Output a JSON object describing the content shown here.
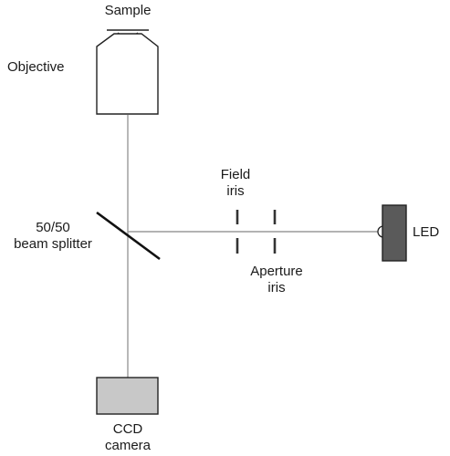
{
  "labels": {
    "sample": "Sample",
    "objective": "Objective",
    "field_iris": [
      "Field",
      "iris"
    ],
    "beam_splitter": [
      "50/50",
      "beam splitter"
    ],
    "led": "LED",
    "aperture_iris": [
      "Aperture",
      "iris"
    ],
    "ccd_camera": [
      "CCD",
      "camera"
    ]
  },
  "colors": {
    "beam_line": "#9a9a9a",
    "outline": "#222222",
    "led_fill": "#5a5a5a",
    "camera_fill": "#c8c8c8"
  }
}
